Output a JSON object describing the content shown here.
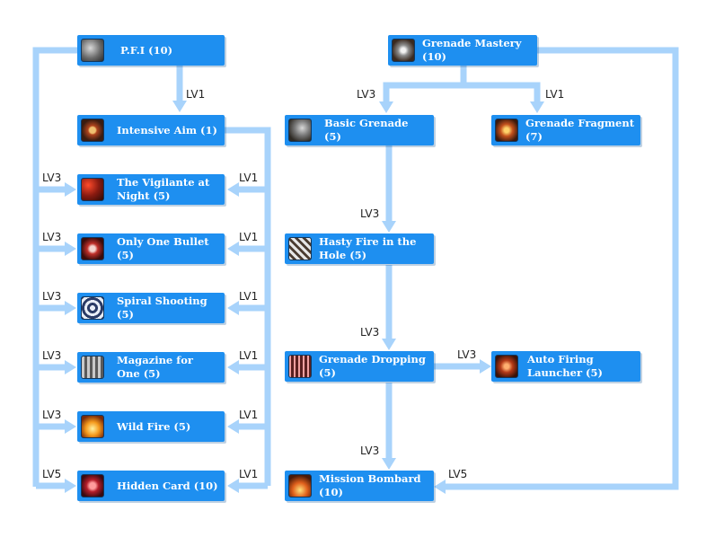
{
  "skills": {
    "pfi": "P.F.I (10)",
    "intensive_aim": "Intensive Aim (1)",
    "vigilante": "The Vigilante at Night (5)",
    "only_one_bullet": "Only One Bullet (5)",
    "spiral_shooting": "Spiral Shooting (5)",
    "magazine": "Magazine for One (5)",
    "wild_fire": "Wild Fire (5)",
    "hidden_card": "Hidden Card (10)",
    "grenade_mastery": "Grenade Mastery (10)",
    "basic_grenade": "Basic Grenade (5)",
    "grenade_fragment": "Grenade Fragment (7)",
    "hasty_fire": "Hasty Fire in the Hole (5)",
    "grenade_dropping": "Grenade Dropping (5)",
    "auto_firing": "Auto Firing Launcher (5)",
    "mission_bombard": "Mission Bombard (10)"
  },
  "levels": {
    "pfi_to_aim": "LV1",
    "left_vigilante": "LV3",
    "left_bullet": "LV3",
    "left_spiral": "LV3",
    "left_magazine": "LV3",
    "left_wildfire": "LV3",
    "left_hidden": "LV5",
    "right_vigilante": "LV1",
    "right_bullet": "LV1",
    "right_spiral": "LV1",
    "right_magazine": "LV1",
    "right_wildfire": "LV1",
    "right_hidden": "LV1",
    "mastery_to_basic": "LV3",
    "mastery_to_fragment": "LV1",
    "basic_to_hasty": "LV3",
    "hasty_to_dropping": "LV3",
    "dropping_to_auto": "LV3",
    "dropping_to_bombard": "LV3",
    "mastery_to_bombard": "LV5"
  },
  "colors": {
    "node": "#1e8ff0",
    "connector": "#a8d3fb",
    "node_text": "#ffffff",
    "level_text": "#222222"
  }
}
